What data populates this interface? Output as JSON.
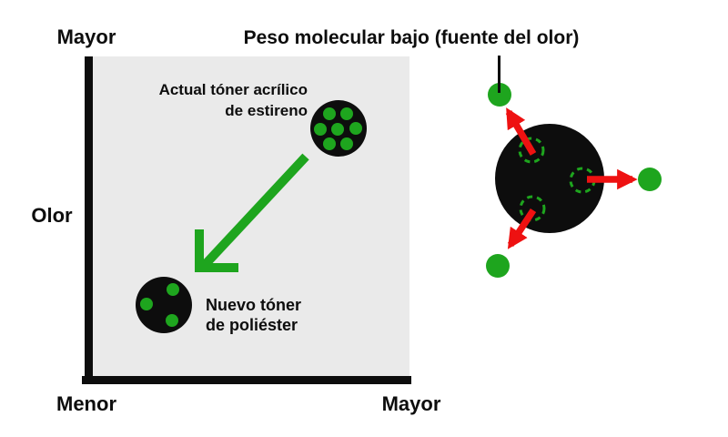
{
  "title": "Peso molecular bajo (fuente del olor)",
  "colors": {
    "green": "#1EA51E",
    "red": "#EE1111",
    "black": "#0D0D0D",
    "plot_background": "#EAEAEA",
    "page_background": "#FFFFFF"
  },
  "chart": {
    "y_top_label": "Mayor",
    "y_axis_label": "Olor",
    "x_left_label": "Menor",
    "x_right_label": "Mayor",
    "points": [
      {
        "label_line1": "Actual tóner acrílico",
        "label_line2": "de estireno",
        "x_frac": 0.78,
        "y_frac": 0.22,
        "green_dots": 7
      },
      {
        "label_line1": "Nuevo tóner",
        "label_line2": "de poliéster",
        "x_frac": 0.22,
        "y_frac": 0.78,
        "green_dots": 3
      }
    ]
  },
  "molecule_diagram": {
    "dashed_pockets": 3,
    "escaping_molecules": 3,
    "title_pointer_line": true
  }
}
